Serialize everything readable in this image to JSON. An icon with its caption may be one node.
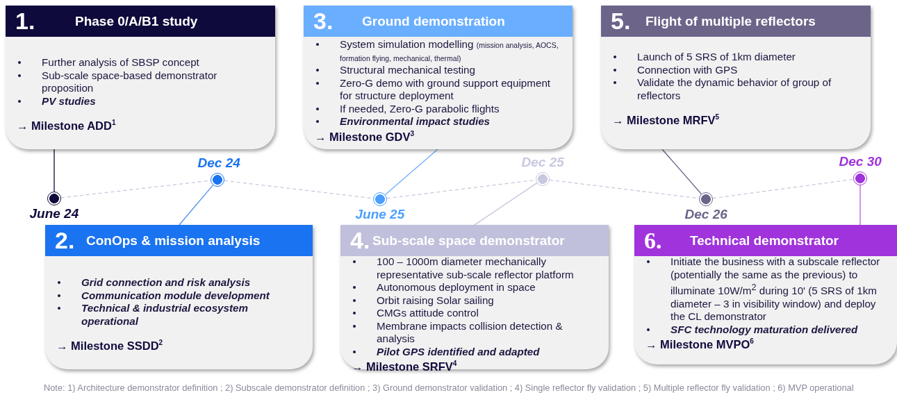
{
  "diagram": {
    "nodes": [
      {
        "text": [
          "1.",
          "Phase 0/A/B1 study",
          "Further analysis of SBSP concept",
          "Sub-scale space-based demonstrator proposition",
          "PV studies",
          "→ Milestone ADD$^{1}$"
        ]
      },
      {
        "text": [
          "3.",
          "Ground demonstration",
          "System simulation modelling (mission analysis, AOCS, formation flying, mechanical, thermal)",
          "Structural mechanical testing",
          "Zero-G demo with ground support equipment for structure deployment",
          "If needed, Zero-G parabolic flights",
          "Environmental impact studies",
          "→ Milestone GDV$^{3}$"
        ]
      },
      {
        "text": [
          "5.",
          "Flight of multiple reflectors",
          "Launch of 5 SRS of 1km diameter",
          "Connection with GPS",
          "Validate the dynamic behavior of group of reflectors",
          "→ Milestone MRFV$^{5}$"
        ]
      },
      {
        "text": [],
        "shape": "circle",
        "beside": [
          "June 24"
        ]
      },
      {
        "text": [],
        "shape": "circle",
        "beside": [
          "Dec 24"
        ]
      },
      {
        "text": [],
        "shape": "circle",
        "beside": [
          "June 25"
        ]
      },
      {
        "text": [],
        "shape": "circle",
        "beside": [
          "Dec 25"
        ]
      },
      {
        "text": [],
        "shape": "circle",
        "beside": [
          "Dec 26"
        ]
      },
      {
        "text": [],
        "shape": "circle",
        "beside": [
          "Dec 30"
        ]
      },
      {
        "text": [
          "2.",
          "ConOps & mission analysis",
          "Grid connection and risk analysis",
          "Communication module development",
          "Technical & industrial ecosystem operational",
          "→ Milestone SSDD$^{2}$"
        ]
      },
      {
        "text": [
          "4.",
          "Sub-scale space demonstrator",
          "100 – 1000m diameter mechanically representative sub-scale reflector platform",
          "Autonomous deployment in space",
          "Orbit raising Solar sailing",
          "CMGs attitude control",
          "Membrane impacts collision detection & analysis",
          "Pilot GPS identified and adapted",
          "→ Milestone SRFV$^{4}$"
        ]
      },
      {
        "text": [
          "6.",
          "Technical demonstrator",
          "Initiate the business with a subscale reflector (potentially the same as the previous) to illuminate 10W/m$^{2}$ during 10' (5 SRS of 1km diameter – 3 in visibility window) and deploy the CL demonstrator",
          "SFC technology maturation delivered",
          "→ Milestone MVPO$^{6}$"
        ]
      }
    ],
    "edges": [
      {
        "from": 0,
        "to": 3,
        "arrow": "none",
        "color": "#0f0a3c"
      },
      {
        "from": 9,
        "to": 4,
        "arrow": "none",
        "color": "#4c8ff0"
      },
      {
        "from": 1,
        "to": 5,
        "arrow": "none",
        "color": "#6aaeff"
      },
      {
        "from": 10,
        "to": 6,
        "arrow": "none",
        "color": "#c0c0dc"
      },
      {
        "from": 2,
        "to": 7,
        "arrow": "none",
        "color": "#6c6489"
      },
      {
        "from": 11,
        "to": 8,
        "arrow": "none",
        "color": "#b060e0"
      },
      {
        "from": 3,
        "to": 4,
        "arrow": "none",
        "style": "dashed",
        "color": "#c8c8dc"
      },
      {
        "from": 4,
        "to": 5,
        "arrow": "none",
        "style": "dashed",
        "color": "#c8c8dc"
      },
      {
        "from": 5,
        "to": 6,
        "arrow": "none",
        "style": "dashed",
        "color": "#c8c8dc"
      },
      {
        "from": 6,
        "to": 7,
        "arrow": "none",
        "style": "dashed",
        "color": "#c8c8dc"
      },
      {
        "from": 7,
        "to": 8,
        "arrow": "none",
        "style": "dashed",
        "color": "#c8c8dc"
      }
    ],
    "labels": [
      "Note: 1) Architecture demonstrator definition ; 2) Subscale demonstrator definition ; 3) Ground demonstrator validation ; 4) Single reflector fly validation ; 5) Multiple reflector fly validation ; 6) MVP operational"
    ]
  }
}
